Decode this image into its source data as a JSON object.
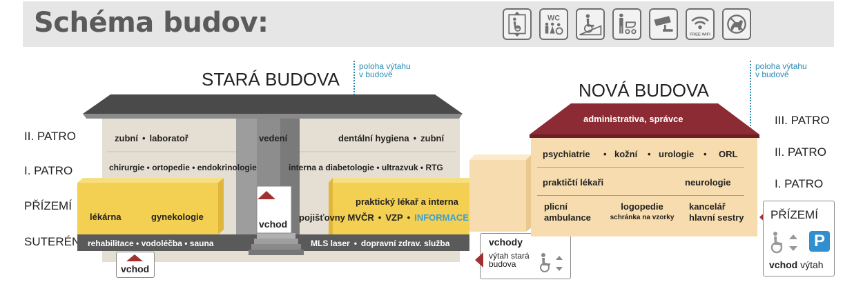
{
  "header": {
    "title": "Schéma budov:",
    "icons": [
      "elevator-icon",
      "wc-accessible-icon",
      "wheelchair-ramp-icon",
      "family-stroller-icon",
      "cctv-camera-icon",
      "free-wifi-icon",
      "no-dogs-icon"
    ],
    "wc_label": "WC",
    "wifi_label": "FREE WIFI"
  },
  "old_building": {
    "name": "STARÁ BUDOVA",
    "elevator_note": [
      "poloha výtahu",
      "v budově"
    ],
    "levels": [
      "II. PATRO",
      "I. PATRO",
      "PŘÍZEMÍ",
      "SUTERÉN"
    ],
    "floor2": {
      "left_a": "zubní",
      "left_b": "laboratoř",
      "center": "vedení",
      "right_a": "dentální hygiena",
      "right_b": "zubní"
    },
    "floor1": {
      "left": "chirurgie • ortopedie • endokrinologie",
      "right": "interna a diabetologie • ultrazvuk • RTG"
    },
    "ground": {
      "left_a": "lékárna",
      "left_b": "gynekologie",
      "right_top": "praktický lékař a interna",
      "right_a": "pojišťovny MVČR",
      "right_b": "VZP",
      "right_info": "INFORMACE"
    },
    "basement": {
      "left": "rehabilitace • vodoléčba • sauna",
      "right_a": "MLS laser",
      "right_b": "dopravní zdrav. služba"
    },
    "entrance_label": "vchod",
    "entrance_side_label": "vchod"
  },
  "connector": {
    "title": "vchody",
    "elevator_line1": "výtah stará",
    "elevator_line2": "budova"
  },
  "new_building": {
    "name": "NOVÁ BUDOVA",
    "elevator_note": [
      "poloha výtahu",
      "v budově"
    ],
    "levels": [
      "III. PATRO",
      "II. PATRO",
      "I. PATRO",
      "PŘÍZEMÍ"
    ],
    "floor3": "administrativa, správce",
    "floor2": {
      "a": "psychiatrie",
      "b": "kožní",
      "c": "urologie",
      "d": "ORL"
    },
    "floor1": {
      "left": "praktičtí lékaři",
      "right": "neurologie"
    },
    "ground": {
      "a1": "plicní",
      "a2": "ambulance",
      "b1": "logopedie",
      "b2": "schránka na vzorky",
      "c1": "kancelář",
      "c2": "hlavní sestry"
    },
    "entry_bold": "vchod",
    "entry_rest": "výtah",
    "parking": "P"
  },
  "colors": {
    "roof_dark": "#4a4a4a",
    "wall_beige": "#e4dfd2",
    "yellow": "#f3cf52",
    "basement_gray": "#5a5a5a",
    "new_roof": "#8c2b33",
    "new_wall": "#f6dcae",
    "accent_red": "#a2302e",
    "note_blue": "#2b8bb3",
    "parking_blue": "#2f8fcf"
  }
}
